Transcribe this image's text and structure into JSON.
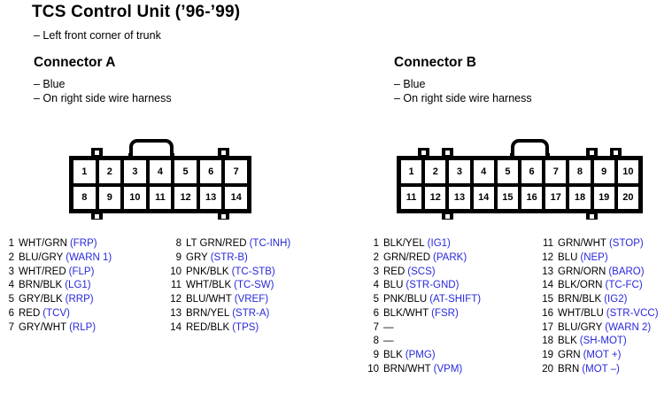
{
  "header": {
    "title": "TCS Control Unit (’96-’99)",
    "location": "– Left front corner of trunk"
  },
  "colors": {
    "ink": "#000000",
    "signal_blue": "#2828dc",
    "background": "#ffffff"
  },
  "connectors": [
    {
      "id": "A",
      "title": "Connector A",
      "color_note": "– Blue",
      "harness_note": "– On right side wire harness",
      "grid_rows": [
        [
          "1",
          "2",
          "3",
          "4",
          "5",
          "6",
          "7"
        ],
        [
          "8",
          "9",
          "10",
          "11",
          "12",
          "13",
          "14"
        ]
      ],
      "pin_columns": [
        [
          {
            "pin": "1",
            "wire": "WHT/GRN",
            "signal": "(FRP)"
          },
          {
            "pin": "2",
            "wire": "BLU/GRY",
            "signal": "(WARN 1)"
          },
          {
            "pin": "3",
            "wire": "WHT/RED",
            "signal": "(FLP)"
          },
          {
            "pin": "4",
            "wire": "BRN/BLK",
            "signal": "(LG1)"
          },
          {
            "pin": "5",
            "wire": "GRY/BLK",
            "signal": "(RRP)"
          },
          {
            "pin": "6",
            "wire": "RED",
            "signal": "(TCV)"
          },
          {
            "pin": "7",
            "wire": "GRY/WHT",
            "signal": "(RLP)"
          }
        ],
        [
          {
            "pin": "8",
            "wire": "LT GRN/RED",
            "signal": "(TC-INH)"
          },
          {
            "pin": "9",
            "wire": "GRY",
            "signal": "(STR-B)"
          },
          {
            "pin": "10",
            "wire": "PNK/BLK",
            "signal": "(TC-STB)"
          },
          {
            "pin": "11",
            "wire": "WHT/BLK",
            "signal": "(TC-SW)"
          },
          {
            "pin": "12",
            "wire": "BLU/WHT",
            "signal": "(VREF)"
          },
          {
            "pin": "13",
            "wire": "BRN/YEL",
            "signal": "(STR-A)"
          },
          {
            "pin": "14",
            "wire": "RED/BLK",
            "signal": "(TPS)"
          }
        ]
      ]
    },
    {
      "id": "B",
      "title": "Connector B",
      "color_note": "– Blue",
      "harness_note": "– On right side wire harness",
      "grid_rows": [
        [
          "1",
          "2",
          "3",
          "4",
          "5",
          "6",
          "7",
          "8",
          "9",
          "10"
        ],
        [
          "11",
          "12",
          "13",
          "14",
          "15",
          "16",
          "17",
          "18",
          "19",
          "20"
        ]
      ],
      "pin_columns": [
        [
          {
            "pin": "1",
            "wire": "BLK/YEL",
            "signal": "(IG1)"
          },
          {
            "pin": "2",
            "wire": "GRN/RED",
            "signal": "(PARK)"
          },
          {
            "pin": "3",
            "wire": "RED",
            "signal": "(SCS)"
          },
          {
            "pin": "4",
            "wire": "BLU",
            "signal": "(STR-GND)"
          },
          {
            "pin": "5",
            "wire": "PNK/BLU",
            "signal": "(AT-SHIFT)"
          },
          {
            "pin": "6",
            "wire": "BLK/WHT",
            "signal": "(FSR)"
          },
          {
            "pin": "7",
            "wire": "—",
            "signal": ""
          },
          {
            "pin": "8",
            "wire": "—",
            "signal": ""
          },
          {
            "pin": "9",
            "wire": "BLK",
            "signal": "(PMG)"
          },
          {
            "pin": "10",
            "wire": "BRN/WHT",
            "signal": "(VPM)"
          }
        ],
        [
          {
            "pin": "11",
            "wire": "GRN/WHT",
            "signal": "(STOP)"
          },
          {
            "pin": "12",
            "wire": "BLU",
            "signal": "(NEP)"
          },
          {
            "pin": "13",
            "wire": "GRN/ORN",
            "signal": "(BARO)"
          },
          {
            "pin": "14",
            "wire": "BLK/ORN",
            "signal": "(TC-FC)"
          },
          {
            "pin": "15",
            "wire": "BRN/BLK",
            "signal": "(IG2)"
          },
          {
            "pin": "16",
            "wire": "WHT/BLU",
            "signal": "(STR-VCC)"
          },
          {
            "pin": "17",
            "wire": "BLU/GRY",
            "signal": "(WARN 2)"
          },
          {
            "pin": "18",
            "wire": "BLK",
            "signal": "(SH-MOT)"
          },
          {
            "pin": "19",
            "wire": "GRN",
            "signal": "(MOT +)"
          },
          {
            "pin": "20",
            "wire": "BRN",
            "signal": "(MOT –)"
          }
        ]
      ]
    }
  ]
}
